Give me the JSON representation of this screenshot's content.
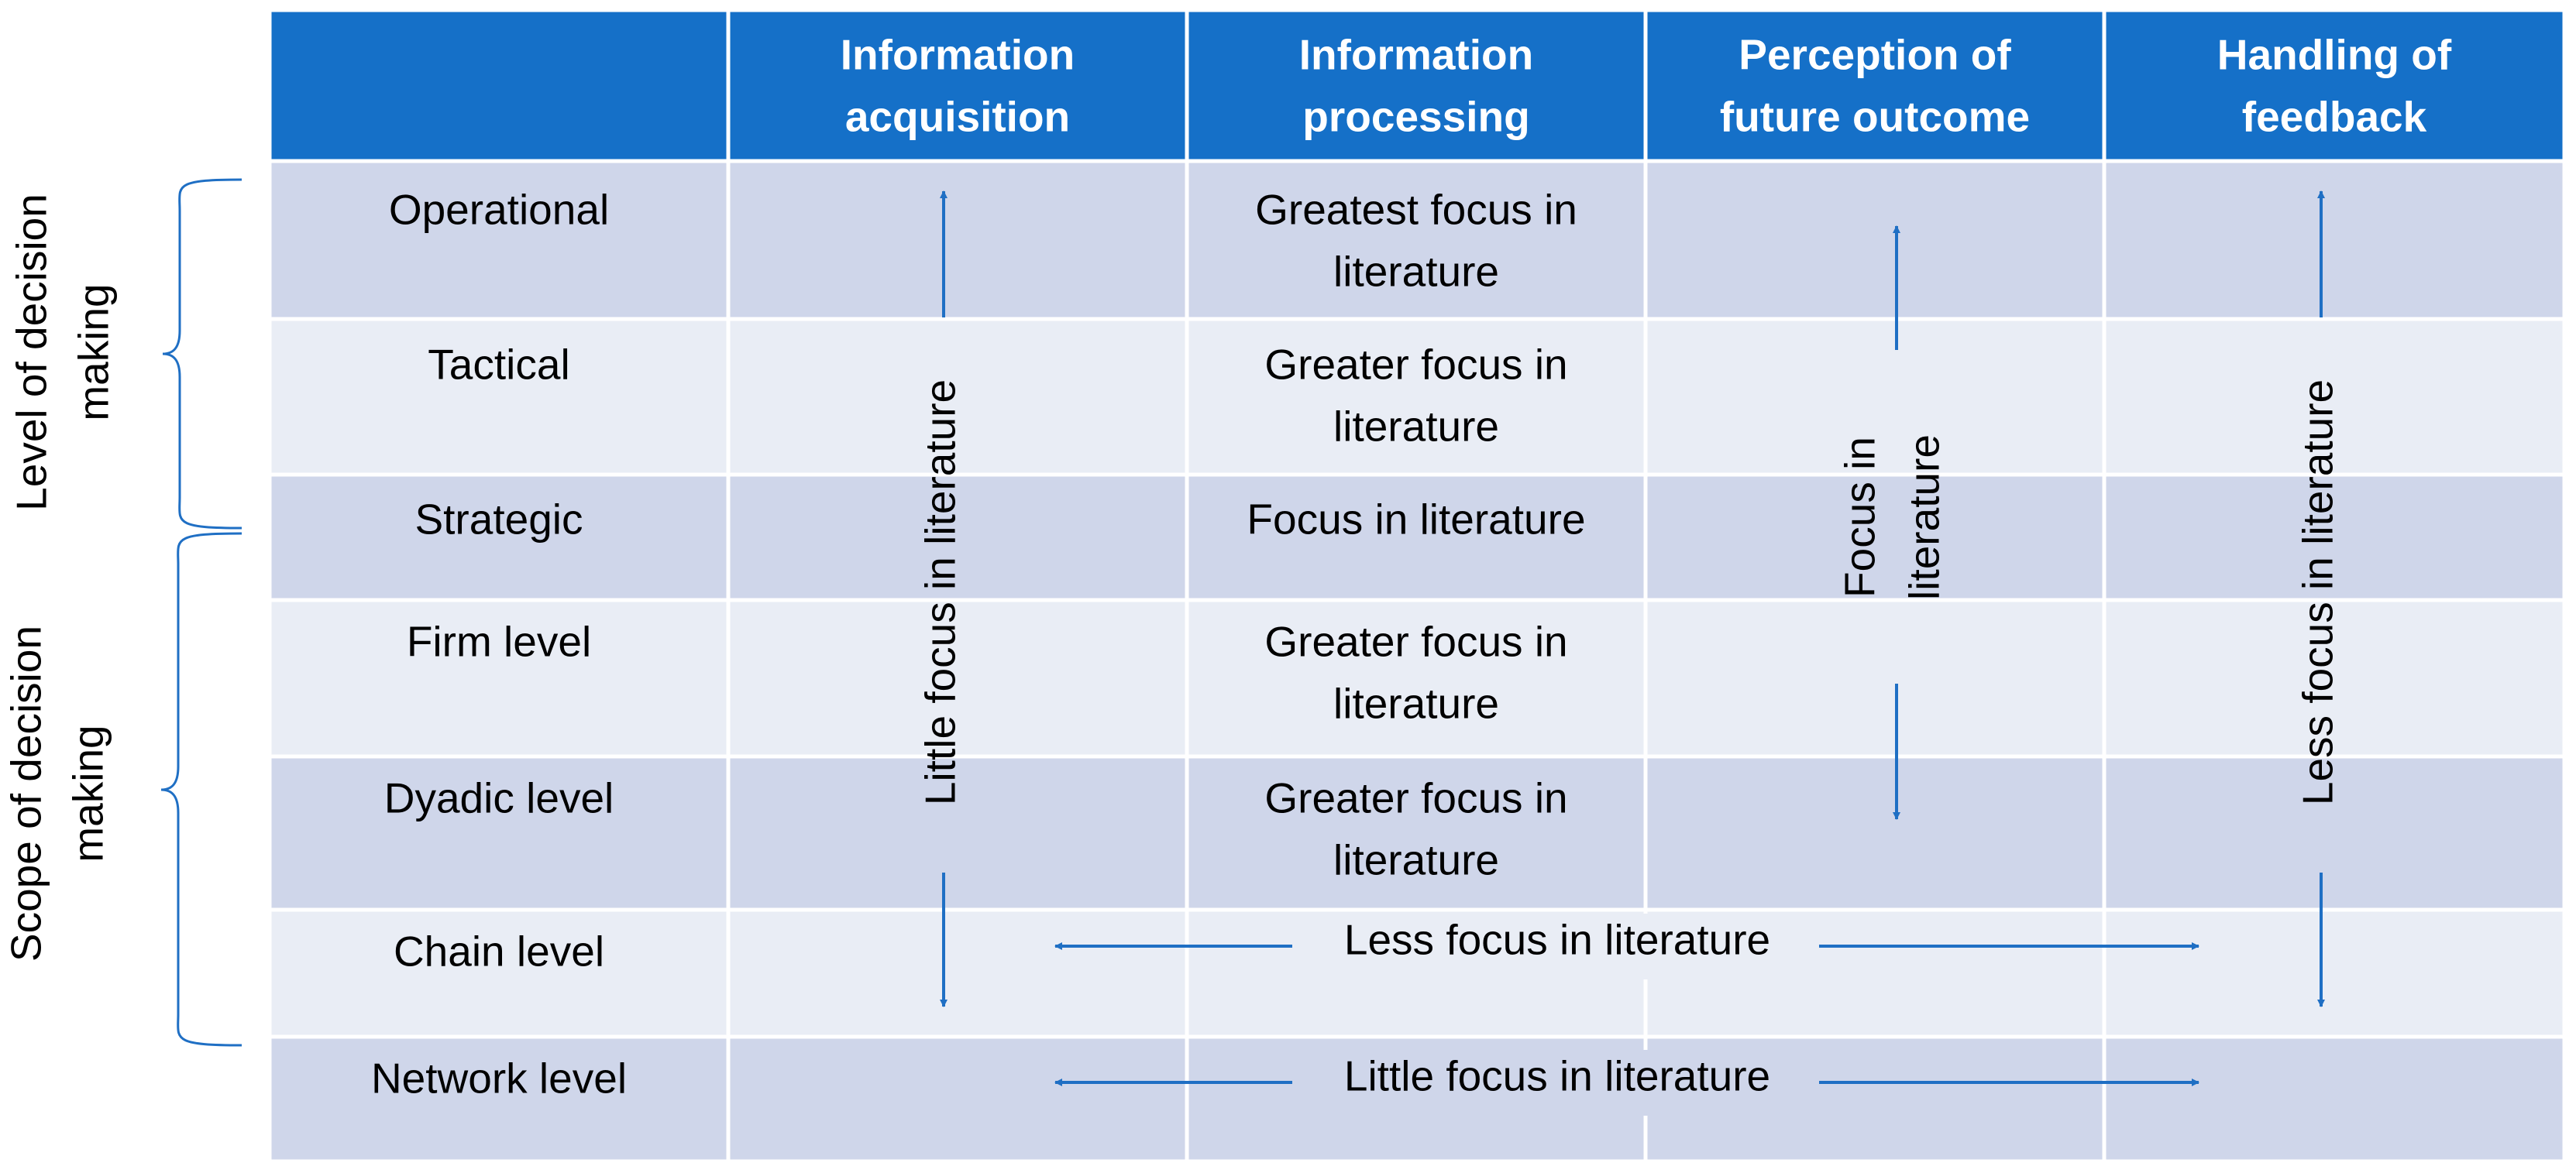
{
  "colors": {
    "header": "#1570C8",
    "row_dark": "#CFD6EA",
    "row_light": "#E9EDF5",
    "grid": "#FFFFFF",
    "accent": "#1F6FC4",
    "text": "#000000",
    "header_text": "#FFFFFF"
  },
  "headers": [
    "",
    "Information acquisition",
    "Information processing",
    "Perception of future outcome",
    "Handling of feedback"
  ],
  "header_lines": [
    [],
    [
      "Information",
      "acquisition"
    ],
    [
      "Information",
      "processing"
    ],
    [
      "Perception of",
      "future outcome"
    ],
    [
      "Handling of",
      "feedback"
    ]
  ],
  "rows": [
    "Operational",
    "Tactical",
    "Strategic",
    "Firm level",
    "Dyadic level",
    "Chain level",
    "Network level"
  ],
  "processing_cells": [
    [
      "Greatest focus in",
      "literature"
    ],
    [
      "Greater focus in",
      "literature"
    ],
    [
      "Focus in literature"
    ],
    [
      "Greater focus in",
      "literature"
    ],
    [
      "Greater focus in",
      "literature"
    ]
  ],
  "vertical_labels": {
    "acquisition": "Little focus in literature",
    "perception": [
      "Focus in",
      "literature"
    ],
    "feedback": "Less focus in literature"
  },
  "horizontal_labels": {
    "chain": "Less focus in literature",
    "network": "Little focus in literature"
  },
  "side_groups": {
    "level": [
      "Level of decision",
      "making"
    ],
    "scope": [
      "Scope of decision",
      "making"
    ]
  }
}
